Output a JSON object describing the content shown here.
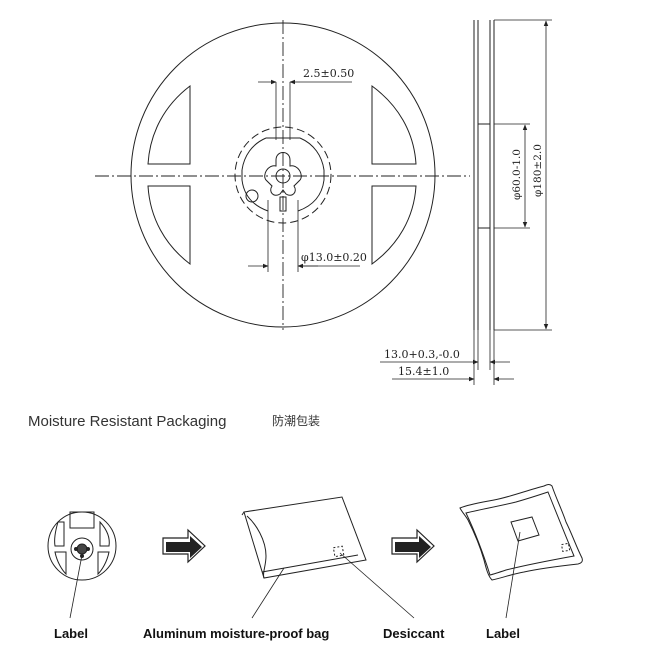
{
  "dimensions": {
    "slot_width": "2.5±0.50",
    "hub_hole": "φ13.0±0.20",
    "hub_diameter": "φ60.0-1.0",
    "reel_diameter": "φ180±2.0",
    "inner_width": "13.0+0.3,-0.0",
    "outer_width": "15.4±1.0"
  },
  "packaging": {
    "title": "Moisture Resistant Packaging",
    "title_cn": "防潮包装"
  },
  "labels": {
    "label_left": "Label",
    "bag": "Aluminum moisture-proof bag",
    "desiccant": "Desiccant",
    "label_right": "Label"
  }
}
